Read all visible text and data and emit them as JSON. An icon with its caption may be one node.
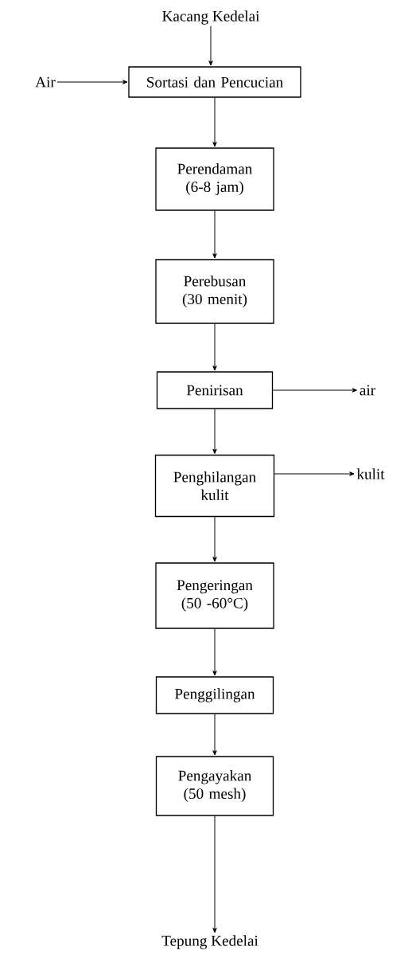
{
  "diagram": {
    "nodes": [
      {
        "text": [
          "Kacang Kedelai"
        ]
      },
      {
        "text": [
          "Air"
        ]
      },
      {
        "text": [
          "Sortasi dan Pencucian"
        ]
      },
      {
        "text": [
          "Perendaman (6-8 jam)"
        ]
      },
      {
        "text": [
          "Perebusan (30 menit)"
        ]
      },
      {
        "text": [
          "Penirisan"
        ]
      },
      {
        "text": [
          "air"
        ]
      },
      {
        "text": [
          "Penghilangan kulit"
        ]
      },
      {
        "text": [
          "kulit"
        ]
      },
      {
        "text": [
          "Pengeringan (50 -60°C)"
        ]
      },
      {
        "text": [
          "Penggilingan"
        ]
      },
      {
        "text": [
          "Pengayakan (50 mesh)"
        ]
      },
      {
        "text": [
          "Tepung Kedelai"
        ]
      }
    ],
    "edges": [
      {
        "from": 0,
        "to": 2,
        "arrow": "to"
      },
      {
        "from": 1,
        "to": 2,
        "arrow": "to"
      },
      {
        "from": 2,
        "to": 3,
        "arrow": "to"
      },
      {
        "from": 3,
        "to": 4,
        "arrow": "to"
      },
      {
        "from": 4,
        "to": 5,
        "arrow": "to"
      },
      {
        "from": 5,
        "to": 6,
        "arrow": "to"
      },
      {
        "from": 5,
        "to": 7,
        "arrow": "to"
      },
      {
        "from": 7,
        "to": 8,
        "arrow": "to"
      },
      {
        "from": 7,
        "to": 9,
        "arrow": "to"
      },
      {
        "from": 9,
        "to": 10,
        "arrow": "to"
      },
      {
        "from": 10,
        "to": 11,
        "arrow": "to"
      },
      {
        "from": 11,
        "to": 12,
        "arrow": "to"
      }
    ]
  }
}
